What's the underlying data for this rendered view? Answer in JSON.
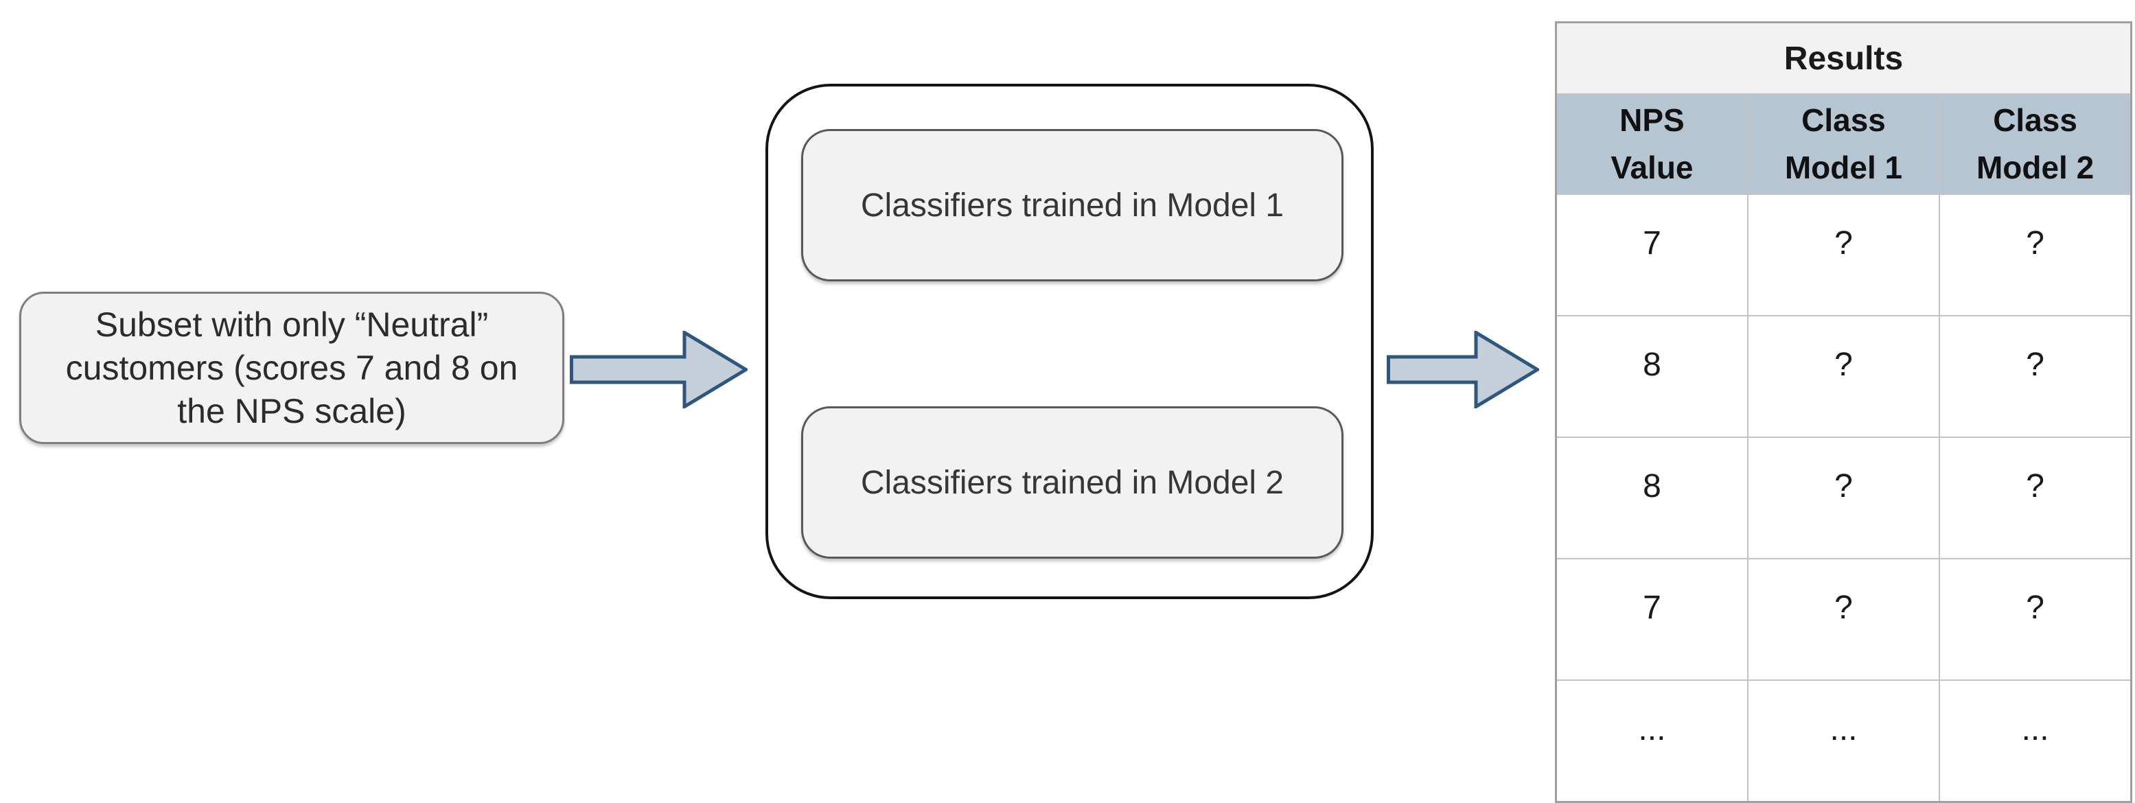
{
  "colors": {
    "arrow_fill": "#c4cfd9",
    "arrow_stroke": "#2f577d",
    "box_fill": "#f2f2f2",
    "box_border": "#7f7f7f",
    "inner_box_border": "#595959",
    "container_border": "#141414",
    "table_title_bg": "#f2f2f2",
    "table_header_bg": "#b5c6d2",
    "table_grid": "#c4c4c4"
  },
  "diagram": {
    "subset_box": {
      "label": "Subset with only “Neutral”\ncustomers (scores 7 and 8 on\nthe NPS scale)"
    },
    "models_container": {
      "model1_label": "Classifiers trained in Model 1",
      "model2_label": "Classifiers trained in Model 2"
    }
  },
  "results_table": {
    "title": "Results",
    "columns": [
      "NPS\nValue",
      "Class\nModel 1",
      "Class\nModel 2"
    ],
    "rows": [
      [
        "7",
        "?",
        "?"
      ],
      [
        "8",
        "?",
        "?"
      ],
      [
        "8",
        "?",
        "?"
      ],
      [
        "7",
        "?",
        "?"
      ],
      [
        "...",
        "...",
        "..."
      ]
    ]
  }
}
